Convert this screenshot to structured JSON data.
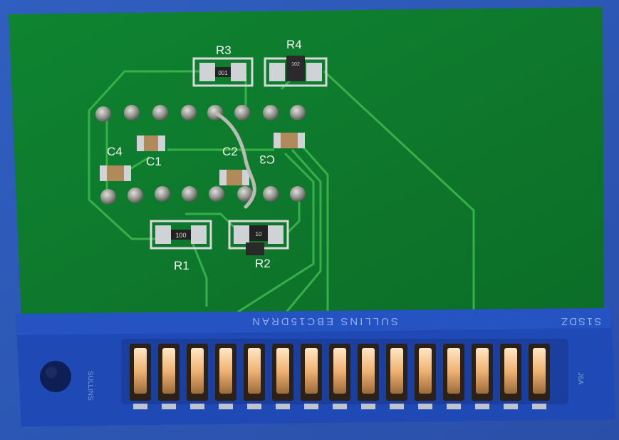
{
  "photo": {
    "silkscreen": {
      "r1": "R1",
      "r2": "R2",
      "r3": "R3",
      "r4": "R4",
      "c1": "C1",
      "c2": "C2",
      "c3": "C3",
      "c4": "C4"
    },
    "resistor_codes": {
      "r1": "100",
      "r2": "10",
      "r3": "001",
      "r4": "102"
    },
    "connector_text": "SULLINS EBC15DRAN",
    "connector_part": "S1SDZ",
    "connector_side_text": "SULLINS",
    "connector_right_mark": "J6A"
  },
  "colors": {
    "background": "#2a56b8",
    "pcb": "#0e7a2c",
    "trace": "#38b04a",
    "pad": "#cfd3d6",
    "connector": "#1f49b4",
    "gold": "#e8b67a",
    "silkscreen": "#f4f4f4"
  },
  "connector_contact_count": 15
}
